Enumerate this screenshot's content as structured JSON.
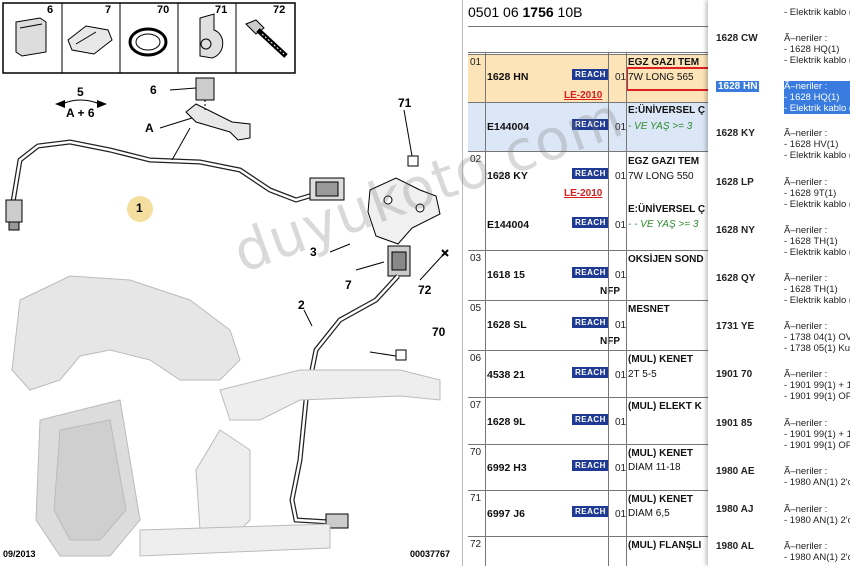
{
  "diagram": {
    "thumbs": [
      "6",
      "7",
      "70",
      "71",
      "72"
    ],
    "callouts": {
      "c5": "5",
      "c5sub": "A + 6",
      "c6": "6",
      "cA": "A",
      "c1": "1",
      "c71": "71",
      "c3": "3",
      "c7": "7",
      "c72": "72",
      "c2": "2",
      "c70": "70"
    },
    "footer_date": "09/2013",
    "footer_num": "00037767"
  },
  "parts": {
    "ref_prefix": "0501 06",
    "ref_bold": "1756",
    "ref_suffix": "10B",
    "rows": [
      {
        "pos": "01",
        "code": "1628 HN",
        "reach": "REACH",
        "qty": "01",
        "le": "LE-2010",
        "desc1": "EGZ GAZI TEM",
        "desc2": "7W LONG 565"
      },
      {
        "pos": "",
        "code": "E144004",
        "reach": "REACH",
        "qty": "01",
        "desc1": "E:ÜNİVERSEL Ç",
        "desc2": "- VE YAŞ >= 3"
      },
      {
        "pos": "02",
        "code": "1628 KY",
        "reach": "REACH",
        "qty": "01",
        "le": "LE-2010",
        "desc1": "EGZ GAZI TEM",
        "desc2": "7W LONG 550"
      },
      {
        "pos": "",
        "code": "E144004",
        "reach": "REACH",
        "qty": "01",
        "desc1": "E:ÜNİVERSEL Ç",
        "desc2": "- - VE YAŞ >= 3"
      },
      {
        "pos": "03",
        "code": "1618 15",
        "reach": "REACH",
        "qty": "01",
        "nfp": "NFP",
        "desc1": "OKSİJEN SOND"
      },
      {
        "pos": "05",
        "code": "1628 SL",
        "reach": "REACH",
        "qty": "01",
        "nfp": "NFP",
        "desc1": "MESNET"
      },
      {
        "pos": "06",
        "code": "4538 21",
        "reach": "REACH",
        "qty": "01",
        "desc1": "(MUL) KENET",
        "desc2": "2T 5-5"
      },
      {
        "pos": "07",
        "code": "1628 9L",
        "reach": "REACH",
        "qty": "01",
        "desc1": "(MUL) ELEKT K"
      },
      {
        "pos": "70",
        "code": "6992 H3",
        "reach": "REACH",
        "qty": "01",
        "desc1": "(MUL) KENET",
        "desc2": "DIAM 11-18"
      },
      {
        "pos": "71",
        "code": "6997 J6",
        "reach": "REACH",
        "qty": "01",
        "desc1": "(MUL) KENET",
        "desc2": "DIAM 6,5"
      },
      {
        "pos": "72",
        "code": "",
        "reach": "",
        "qty": "",
        "desc1": "(MUL) FLANŞLI"
      }
    ]
  },
  "right_panel": {
    "top_text": "- Elektrik kablo (",
    "items": [
      {
        "code": "1628 CW",
        "lines": [
          "Ã–neriler :",
          "- 1628 HQ(1)",
          "- Elektrik kablo ("
        ],
        "highlight": false
      },
      {
        "code": "1628 HN",
        "lines": [
          "Ã–neriler :",
          "- 1628 HQ(1)",
          "- Elektrik kablo ("
        ],
        "highlight": true
      },
      {
        "code": "1628 KY",
        "lines": [
          "Ã–neriler :",
          "- 1628 HV(1)",
          "- Elektrik kablo ("
        ],
        "highlight": false
      },
      {
        "code": "1628 LP",
        "lines": [
          "Ã–neriler :",
          "- 1628 9T(1)",
          "- Elektrik kablo ("
        ],
        "highlight": false
      },
      {
        "code": "1628 NY",
        "lines": [
          "Ã–neriler :",
          "- 1628 TH(1)",
          "- Elektrik kablo ("
        ],
        "highlight": false
      },
      {
        "code": "1628 QY",
        "lines": [
          "Ã–neriler :",
          "- 1628 TH(1)",
          "- Elektrik kablo ("
        ],
        "highlight": false
      },
      {
        "code": "1731 YE",
        "lines": [
          "Ã–neriler :",
          "- 1738 04(1) OV",
          "- 1738 05(1) Ku"
        ],
        "highlight": false
      },
      {
        "code": "1901 70",
        "lines": [
          "Ã–neriler :",
          "- 1901 99(1) + 1",
          "- 1901 99(1) OP"
        ],
        "highlight": false
      },
      {
        "code": "1901 85",
        "lines": [
          "Ã–neriler :",
          "- 1901 99(1) + 1",
          "- 1901 99(1) OP"
        ],
        "highlight": false
      },
      {
        "code": "1980 AE",
        "lines": [
          "Ã–neriler :",
          "- 1980 AN(1) 2'c"
        ],
        "highlight": false
      },
      {
        "code": "1980 AJ",
        "lines": [
          "Ã–neriler :",
          "- 1980 AN(1) 2'c"
        ],
        "highlight": false
      },
      {
        "code": "1980 AL",
        "lines": [
          "Ã–neriler :",
          "- 1980 AN(1) 2'c"
        ],
        "highlight": false
      }
    ]
  },
  "watermark": "duyukoto.com",
  "colors": {
    "reach_badge": "#1f3a93",
    "row_highlight_orange": "#fde3b8",
    "row_highlight_blue": "#dbe7f7",
    "red_box": "#e02020",
    "select_blue": "#3a7be0"
  }
}
